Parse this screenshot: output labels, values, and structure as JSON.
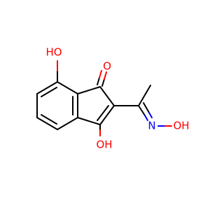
{
  "colors": {
    "carbon_bond": "#000000",
    "oxygen": "#ff0000",
    "nitrogen": "#0000ff",
    "background": "#ffffff"
  },
  "atoms": {
    "oh_top": "HO",
    "o_carbonyl": "O",
    "oh_bottom": "OH",
    "n_oxime": "N",
    "oh_oxime": "OH"
  }
}
